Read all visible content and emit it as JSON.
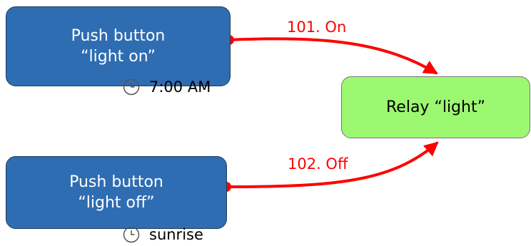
{
  "nodes": {
    "push_button_on": {
      "line1": "Push button",
      "line2": "“light on”",
      "schedule": "7:00 AM",
      "schedule_icon": "clock-icon"
    },
    "push_button_off": {
      "line1": "Push button",
      "line2": "“light off”",
      "schedule": "sunrise",
      "schedule_icon": "clock-icon"
    },
    "relay": {
      "label": "Relay “light”"
    }
  },
  "edges": [
    {
      "from": "push_button_on",
      "to": "relay",
      "label": "101. On"
    },
    {
      "from": "push_button_off",
      "to": "relay",
      "label": "102. Off"
    }
  ],
  "colors": {
    "button_fill": "#2f6db3",
    "relay_fill": "#9cf771",
    "edge": "#ff0000"
  }
}
